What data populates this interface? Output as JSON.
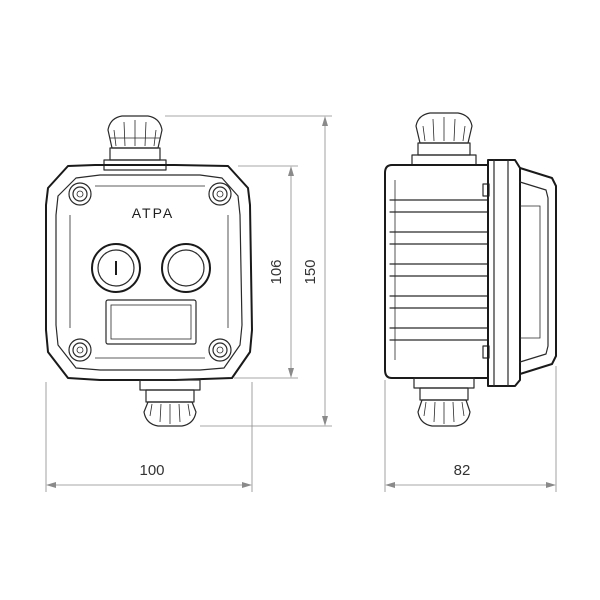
{
  "drawing": {
    "front_view": {
      "brand_label": "ATPA"
    },
    "dimensions": {
      "front_width": "100",
      "inner_height": "106",
      "total_height": "150",
      "side_depth": "82"
    }
  }
}
